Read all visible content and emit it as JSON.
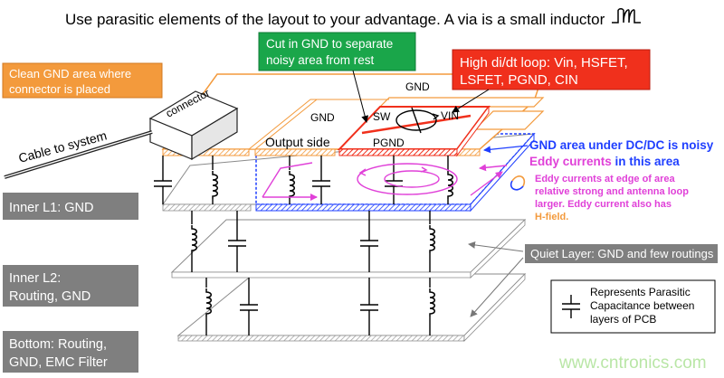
{
  "title": "Use parasitic elements of the layout to your advantage. A via is a small inductor",
  "callouts": {
    "cut_gnd": [
      "Cut in GND to separate",
      "noisy area from rest"
    ],
    "loop": [
      "High di/dt loop: Vin, HSFET,",
      "LSFET, PGND, CIN"
    ],
    "clean_gnd": [
      "Clean GND area where",
      "connector is placed"
    ],
    "gnd_noisy": {
      "part1": "GND area under DC/DC ",
      "part2": "is noisy"
    },
    "eddy": {
      "part1": "Eddy currents ",
      "part2": "in this area"
    },
    "eddy_edge": [
      "Eddy currents at edge of area",
      "relative strong and antenna loop",
      "larger. Eddy current also has",
      "H-field."
    ],
    "quiet_layer": "Quiet Layer: GND and few routings",
    "legend": [
      "Represents Parasitic",
      "Capacitance between",
      "layers of PCB"
    ]
  },
  "labels": {
    "connector": "connector",
    "cable": "Cable to system",
    "gnd_top": "GND",
    "gnd_mid": "GND",
    "output_side": "Output side",
    "sw": "SW",
    "vin": "VIN",
    "pgnd": "PGND"
  },
  "layers": {
    "inner_l1": "Inner L1: GND",
    "inner_l2": [
      "Inner L2:",
      "Routing, GND"
    ],
    "bottom": [
      "Bottom: Routing,",
      "GND, EMC Filter"
    ]
  },
  "watermark": "www.cntronics.com",
  "colors": {
    "orange": "#f39a3c",
    "green": "#1aa64a",
    "red": "#f0301c",
    "blue": "#1f3fff",
    "magenta": "#e040d8",
    "gray_box": "#7f7f7f",
    "watermark": "#b9e6a6"
  }
}
